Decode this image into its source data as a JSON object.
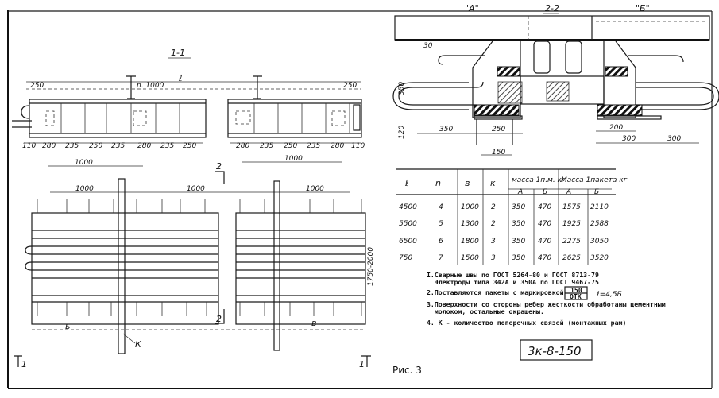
{
  "section_1_1": {
    "title": "1-1",
    "length_label": "ℓ",
    "top_dims": [
      "250",
      "n. 1000",
      "250"
    ],
    "bottom_dims_left": [
      "110",
      "280",
      "235",
      "250",
      "235",
      "280",
      "235",
      "250"
    ],
    "bottom_dims_right": [
      "280",
      "235",
      "250",
      "235",
      "280",
      "110"
    ]
  },
  "plan": {
    "dims_top": [
      "1000",
      "1000"
    ],
    "dims_mid": [
      "1000",
      "1000",
      "1000"
    ],
    "section_mark": "2",
    "side_dim": "1750-2000",
    "bottom_label_left": "ь",
    "bottom_label_right": "в",
    "tie_label": "К",
    "cut_marks": [
      "1",
      "1"
    ]
  },
  "section_2_2": {
    "title": "2-2",
    "label_a": "\"А\"",
    "label_b": "\"Б\"",
    "dims": [
      "30",
      "350",
      "120",
      "350",
      "250",
      "150",
      "200",
      "300",
      "300"
    ]
  },
  "table": {
    "headers": {
      "l": "ℓ",
      "n": "n",
      "b": "в",
      "k": "к",
      "mass_1m": "масса 1п.м. кг",
      "mass_packet": "Масса 1пакета кг",
      "sub": [
        "А",
        "Б",
        "А",
        "Б"
      ]
    },
    "rows": [
      [
        "4500",
        "4",
        "1000",
        "2",
        "350",
        "470",
        "1575",
        "2110"
      ],
      [
        "5500",
        "5",
        "1300",
        "2",
        "350",
        "470",
        "1925",
        "2588"
      ],
      [
        "6500",
        "6",
        "1800",
        "3",
        "350",
        "470",
        "2275",
        "3050"
      ],
      [
        "750",
        "7",
        "1500",
        "3",
        "350",
        "470",
        "2625",
        "3520"
      ]
    ]
  },
  "notes": [
    "I.Сварные швы по ГОСТ 5264-80 и ГОСТ 8713-79",
    "  Электроды типа 342А и 350А по ГОСТ 9467-75",
    "2.Поставляются пакеты с маркировкой",
    "3.Поверхности со стороны ребер жесткости обработаны цементным",
    "  молоком, остальные окрашены.",
    "4. К - количество поперечных связей (монтажных рам)"
  ],
  "marking": {
    "top": "150",
    "bottom": "ОТК",
    "length": "ℓ=4,5Б"
  },
  "stamp": "3к-8-150",
  "figure_label": "Рис. 3"
}
